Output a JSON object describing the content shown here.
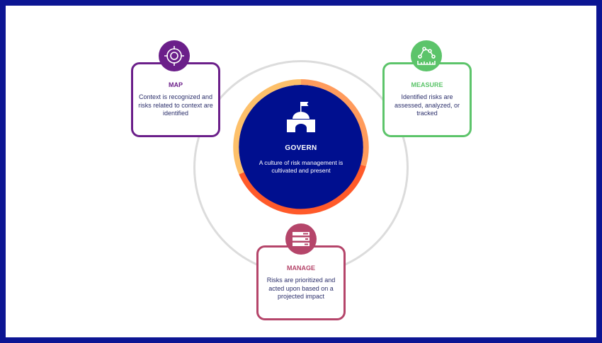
{
  "colors": {
    "frame": "#0c1593",
    "govern": "#000f8f",
    "map": "#6b1f8a",
    "measure": "#5cc46a",
    "manage": "#b5456a",
    "text": "#2b2f6b"
  },
  "govern": {
    "title": "GOVERN",
    "description": "A culture of risk management is cultivated and present",
    "icon": "capitol-building-icon"
  },
  "map": {
    "title": "MAP",
    "description": "Context is recognized and risks related to context are identified",
    "icon": "target-icon"
  },
  "measure": {
    "title": "MEASURE",
    "description": "Identified risks are assessed, analyzed, or tracked",
    "icon": "ruler-graph-icon"
  },
  "manage": {
    "title": "MANAGE",
    "description": "Risks are prioritized and acted upon based on a projected impact",
    "icon": "server-stack-icon"
  }
}
